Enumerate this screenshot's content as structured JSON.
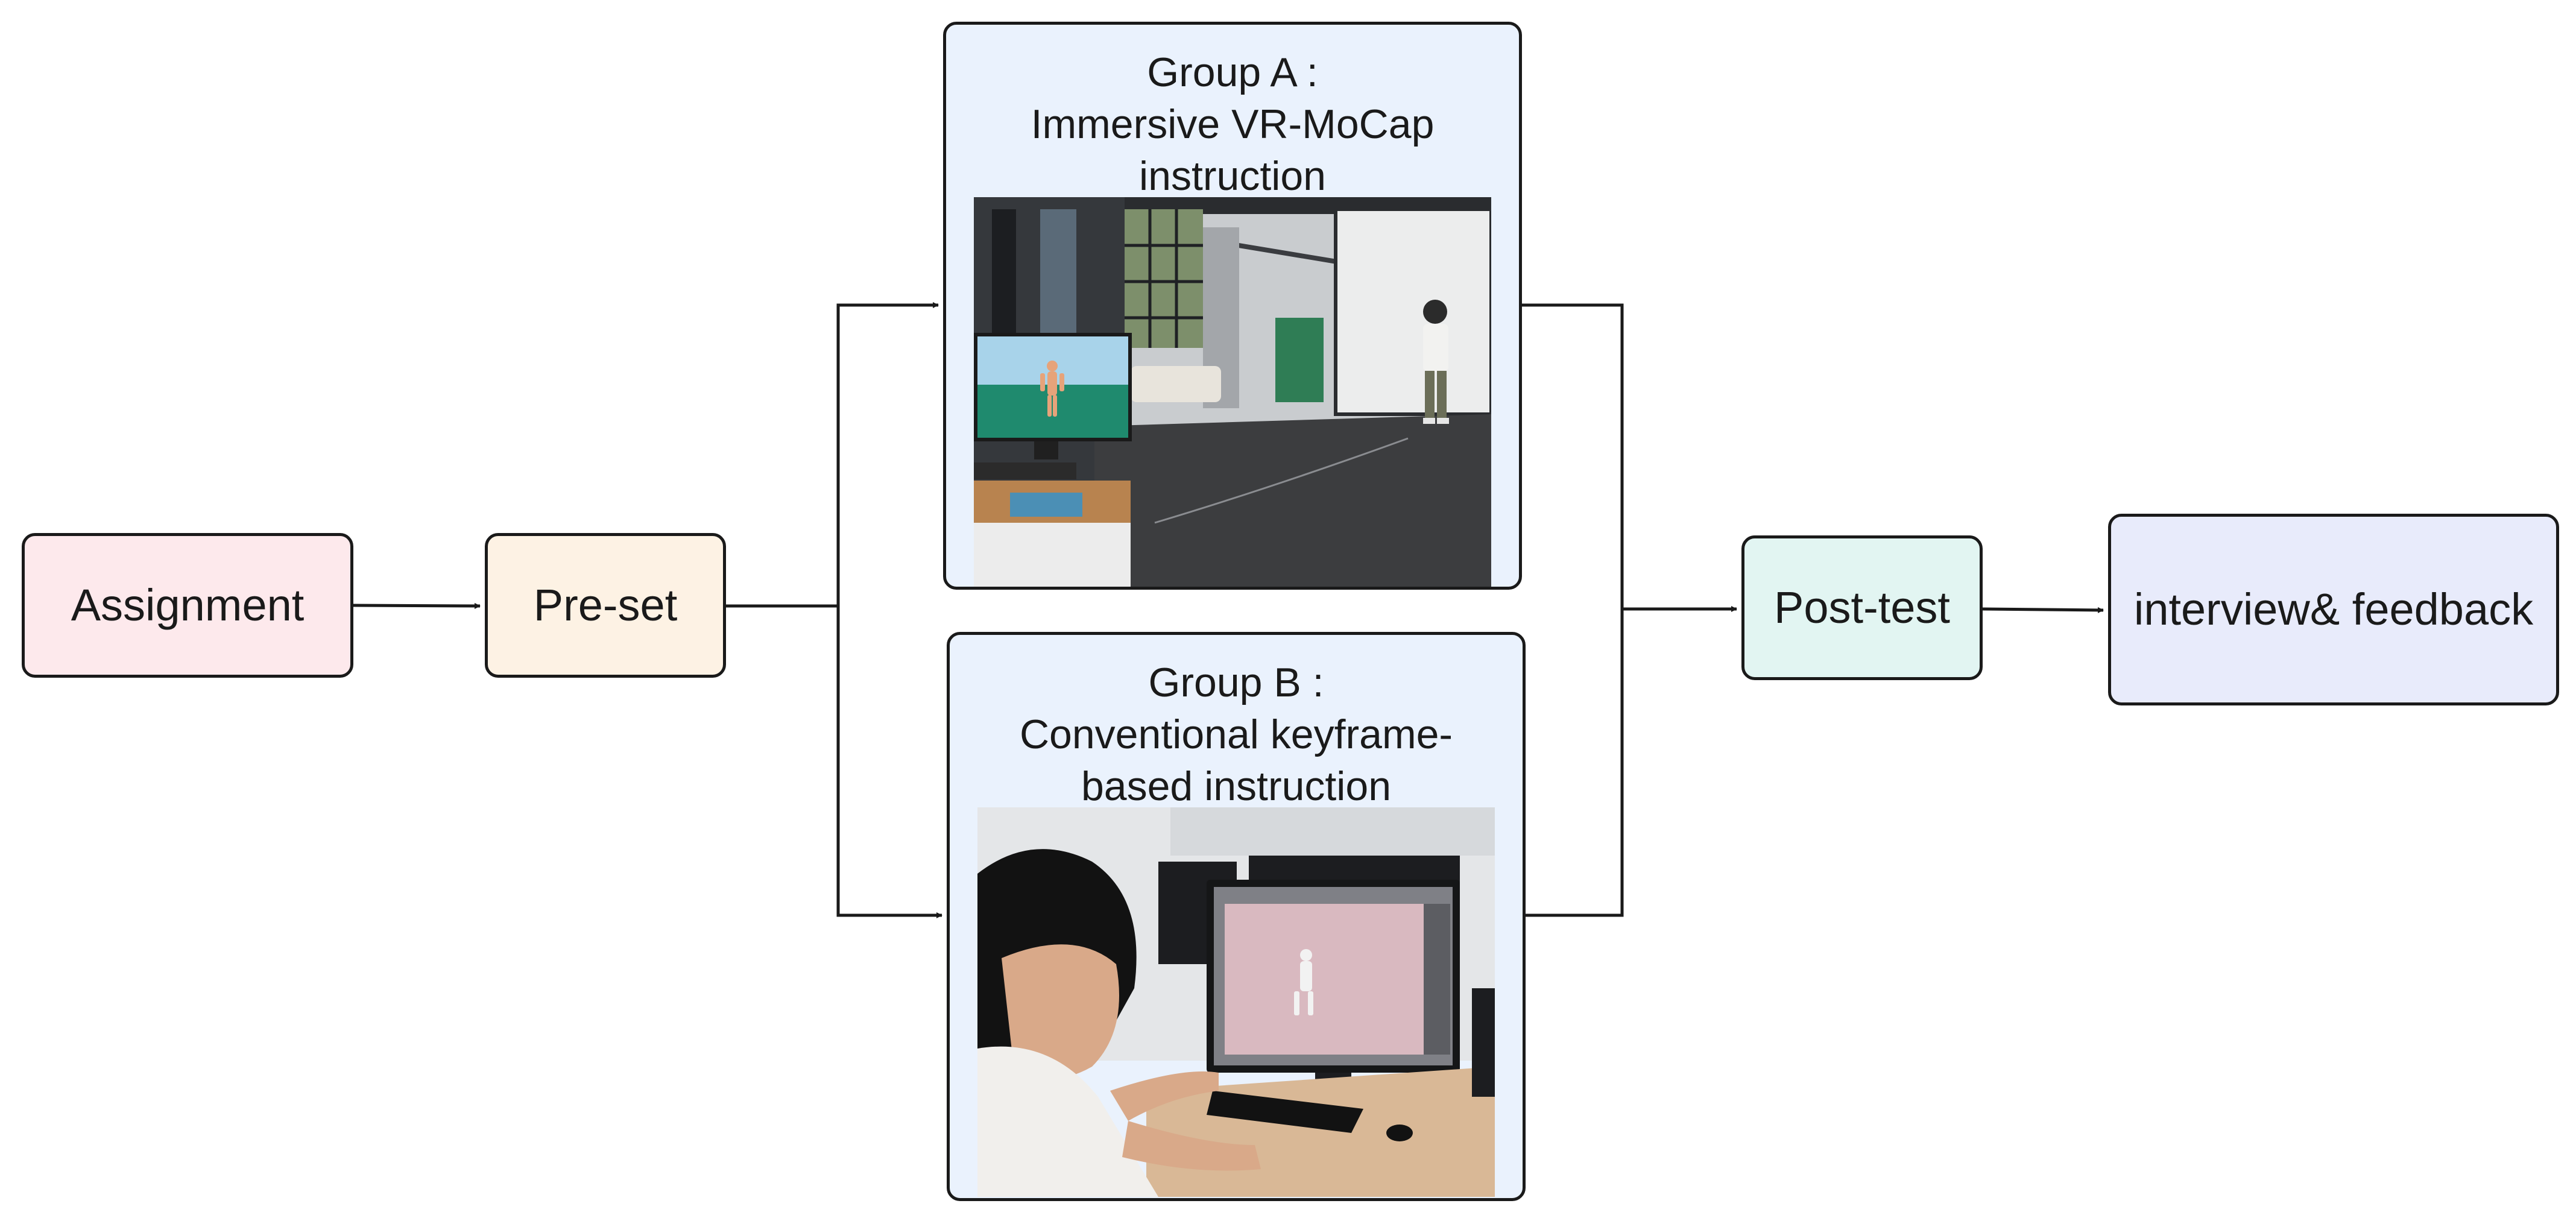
{
  "nodes": {
    "assignment": "Assignment",
    "preset": "Pre-set",
    "posttest": "Post-test",
    "interview": "interview& feedback"
  },
  "groups": {
    "a": {
      "title_lines": [
        "Group A :",
        "Immersive VR-MoCap",
        "instruction"
      ],
      "photo": "vr-mocap-studio-photo"
    },
    "b": {
      "title_lines": [
        "Group B :",
        "Conventional keyframe-",
        "based instruction"
      ],
      "photo": "keyframe-workstation-photo"
    }
  },
  "colors": {
    "assignment": "#fde9ec",
    "preset": "#fdf2e4",
    "group": "#eaf2fd",
    "posttest": "#e2f5f2",
    "interview": "#e8ebfb",
    "stroke": "#1a1a1a"
  }
}
